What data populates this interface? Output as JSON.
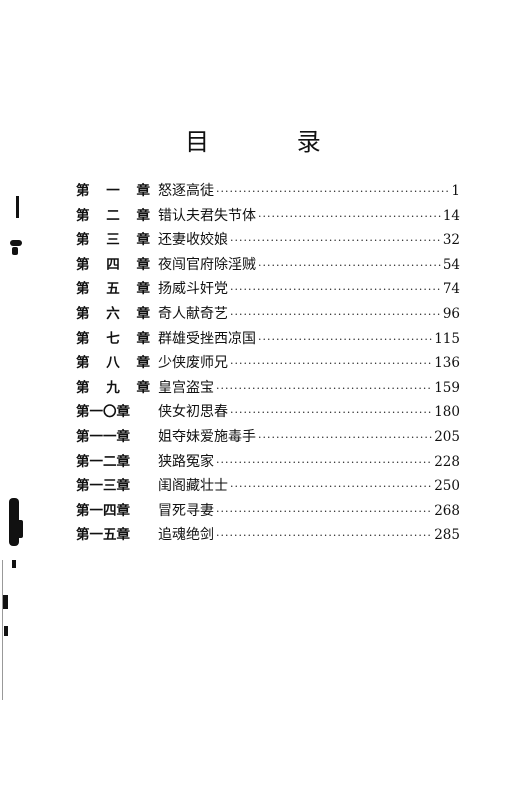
{
  "title": "目  录",
  "chapters": [
    {
      "label": [
        "第",
        "一",
        "章"
      ],
      "name": "怒逐高徒",
      "page": "1"
    },
    {
      "label": [
        "第",
        "二",
        "章"
      ],
      "name": "错认夫君失节体",
      "page": "14"
    },
    {
      "label": [
        "第",
        "三",
        "章"
      ],
      "name": "还妻收姣娘",
      "page": "32"
    },
    {
      "label": [
        "第",
        "四",
        "章"
      ],
      "name": "夜闯官府除淫贼",
      "page": "54"
    },
    {
      "label": [
        "第",
        "五",
        "章"
      ],
      "name": "扬威斗奸党",
      "page": "74"
    },
    {
      "label": [
        "第",
        "六",
        "章"
      ],
      "name": "奇人献奇艺",
      "page": "96"
    },
    {
      "label": [
        "第",
        "七",
        "章"
      ],
      "name": "群雄受挫西凉国",
      "page": "115"
    },
    {
      "label": [
        "第",
        "八",
        "章"
      ],
      "name": "少侠废师兄",
      "page": "136"
    },
    {
      "label": [
        "第",
        "九",
        "章"
      ],
      "name": "皇宫盗宝",
      "page": "159"
    },
    {
      "label": [
        "第一〇章"
      ],
      "name": "侠女初思春",
      "page": "180"
    },
    {
      "label": [
        "第一一章"
      ],
      "name": "姐夺妹爱施毒手",
      "page": "205"
    },
    {
      "label": [
        "第一二章"
      ],
      "name": "狭路冤家",
      "page": "228"
    },
    {
      "label": [
        "第一三章"
      ],
      "name": "闺阁藏壮士",
      "page": "250"
    },
    {
      "label": [
        "第一四章"
      ],
      "name": "冒死寻妻",
      "page": "268"
    },
    {
      "label": [
        "第一五章"
      ],
      "name": "追魂绝剑",
      "page": "285"
    }
  ]
}
